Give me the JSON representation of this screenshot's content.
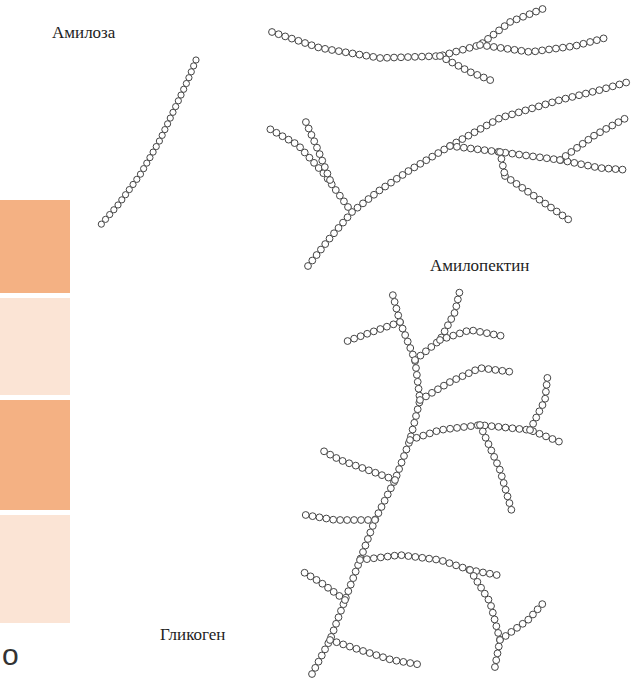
{
  "diagram": {
    "labels": [
      "Амилоза",
      "Амилопектин",
      "Гликоген",
      "о"
    ]
  }
}
